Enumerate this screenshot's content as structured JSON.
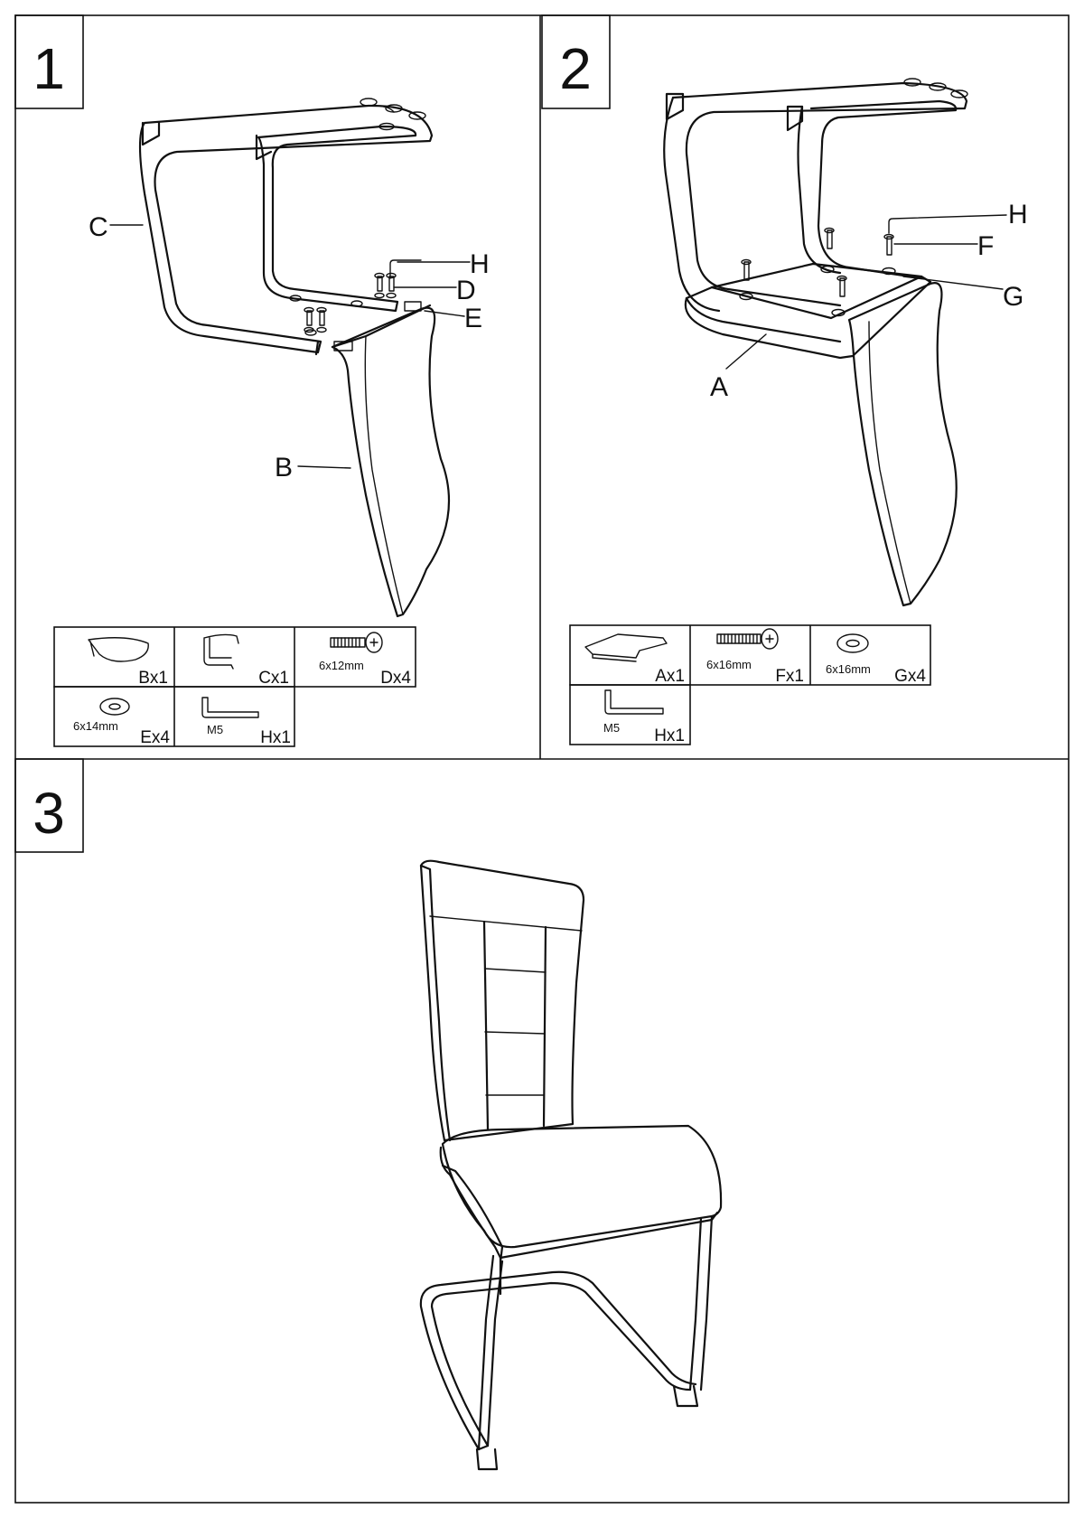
{
  "steps": {
    "step1": {
      "number": "1",
      "labels": {
        "c": "C",
        "h": "H",
        "d": "D",
        "e": "E",
        "b": "B"
      },
      "parts": [
        {
          "tag": "Bx1"
        },
        {
          "tag": "Cx1"
        },
        {
          "tag": "Dx4",
          "size": "6x12mm"
        },
        {
          "tag": "Ex4",
          "size": "6x14mm"
        },
        {
          "tag": "Hx1",
          "size": "M5"
        }
      ]
    },
    "step2": {
      "number": "2",
      "labels": {
        "h": "H",
        "f": "F",
        "g": "G",
        "a": "A"
      },
      "parts": [
        {
          "tag": "Ax1"
        },
        {
          "tag": "Fx1",
          "size": "6x16mm"
        },
        {
          "tag": "Gx4",
          "size": "6x16mm"
        },
        {
          "tag": "Hx1",
          "size": "M5"
        }
      ]
    },
    "step3": {
      "number": "3"
    }
  }
}
